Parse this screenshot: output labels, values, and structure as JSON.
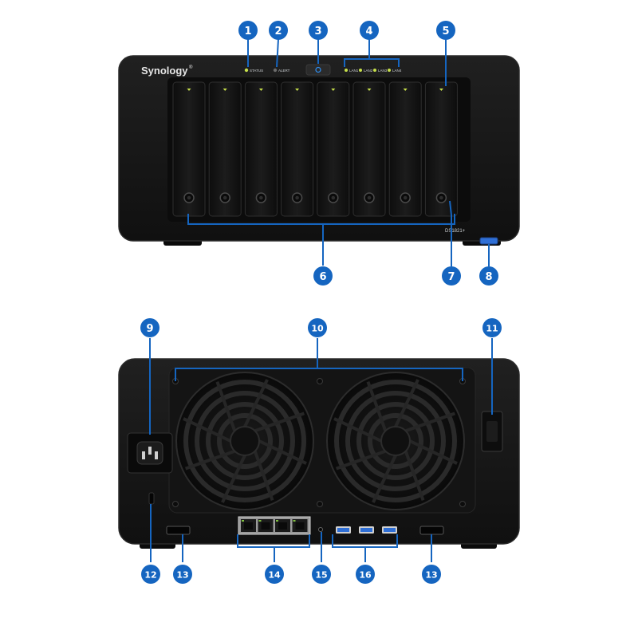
{
  "front": {
    "brand": "Synology",
    "brand_mark": "®",
    "model": "DS1821+",
    "led_labels": {
      "status": "STATUS",
      "alert": "ALERT",
      "lan1": "LAN1",
      "lan2": "LAN2",
      "lan3": "LAN3",
      "lan4": "LAN4"
    },
    "drive_bay_count": 8
  },
  "rear": {
    "fan_count": 2,
    "lan_port_count": 4,
    "usb_port_count": 3,
    "esata_port_count": 2
  },
  "callouts": {
    "c1": "1",
    "c2": "2",
    "c3": "3",
    "c4": "4",
    "c5": "5",
    "c6": "6",
    "c7": "7",
    "c8": "8",
    "c9": "9",
    "c10": "10",
    "c11": "11",
    "c12": "12",
    "c13a": "13",
    "c14": "14",
    "c15": "15",
    "c16": "16",
    "c13b": "13"
  },
  "colors": {
    "callout": "#1565c0",
    "chassis": "#161616",
    "chassis_edge": "#2a2a2a",
    "led_green": "#c7e04a",
    "usb_blue": "#2f6fd6"
  }
}
